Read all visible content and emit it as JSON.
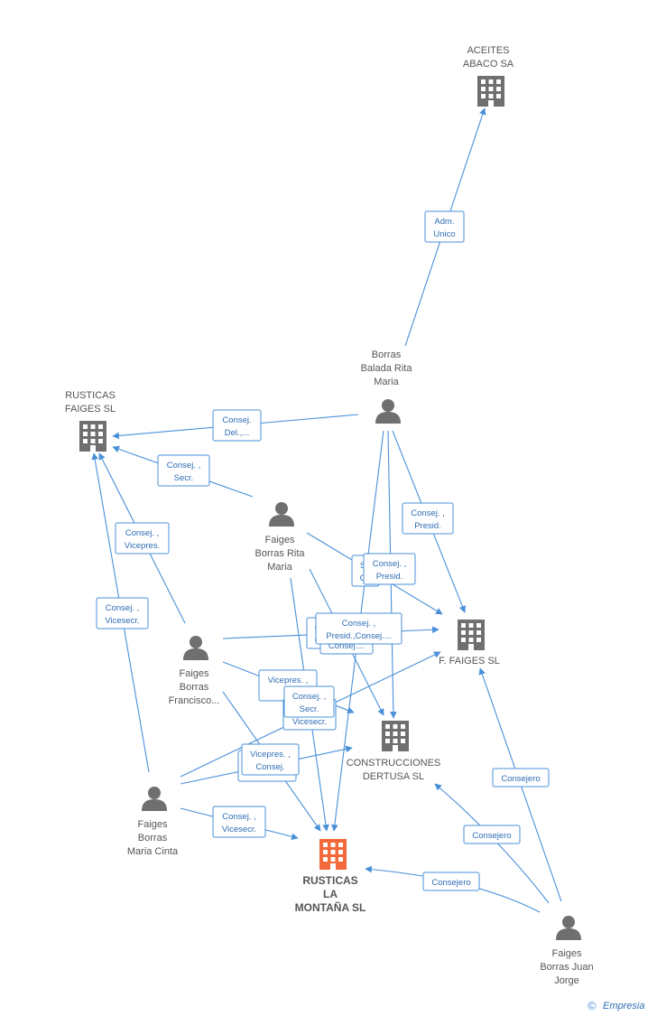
{
  "colors": {
    "edge": "#4a90d9",
    "company": "#6f6f6f",
    "company_main": "#f26a3b",
    "person": "#6f6f6f"
  },
  "nodes": {
    "aceites": {
      "type": "company",
      "icon": "building-icon",
      "lines": [
        "ACEITES",
        "ABACO SA"
      ]
    },
    "rusticas_faiges": {
      "type": "company",
      "icon": "building-icon",
      "lines": [
        "RUSTICAS",
        "FAIGES SL"
      ]
    },
    "f_faiges": {
      "type": "company",
      "icon": "building-icon",
      "lines": [
        "F. FAIGES SL"
      ]
    },
    "construcciones": {
      "type": "company",
      "icon": "building-icon",
      "lines": [
        "CONSTRUCCIONES",
        "DERTUSA SL"
      ]
    },
    "rusticas_montana": {
      "type": "company-main",
      "icon": "building-icon",
      "lines": [
        "RUSTICAS",
        "LA",
        "MONTAÑA SL"
      ]
    },
    "rita_balada": {
      "type": "person",
      "icon": "person-icon",
      "lines": [
        "Borras",
        "Balada Rita",
        "Maria"
      ]
    },
    "rita_faiges": {
      "type": "person",
      "icon": "person-icon",
      "lines": [
        "Faiges",
        "Borras Rita",
        "Maria"
      ]
    },
    "francisco": {
      "type": "person",
      "icon": "person-icon",
      "lines": [
        "Faiges",
        "Borras",
        "Francisco..."
      ]
    },
    "cinta": {
      "type": "person",
      "icon": "person-icon",
      "lines": [
        "Faiges",
        "Borras",
        "Maria Cinta"
      ]
    },
    "juan_jorge": {
      "type": "person",
      "icon": "person-icon",
      "lines": [
        "Faiges",
        "Borras Juan",
        "Jorge"
      ]
    }
  },
  "relations": [
    {
      "id": "rita-aceites",
      "lines": [
        "Adm.",
        "Unico"
      ]
    },
    {
      "id": "rita-rusticas",
      "lines": [
        "Consej.",
        "Del.,..."
      ]
    },
    {
      "id": "ritaf-rusticas",
      "lines": [
        "Consej. ,",
        "Secr."
      ]
    },
    {
      "id": "fran-rusticas",
      "lines": [
        "Consej. ,",
        "Vicepres."
      ]
    },
    {
      "id": "cinta-rusticas",
      "lines": [
        "Consej. ,",
        "Vicesecr."
      ]
    },
    {
      "id": "rita-ffaiges",
      "lines": [
        "Consej. ,",
        "Presid."
      ]
    },
    {
      "id": "ritaf-ffaiges-back",
      "lines": [
        "S",
        "C"
      ]
    },
    {
      "id": "ritaf-ffaiges",
      "lines": [
        "Consej. ,",
        "Presid."
      ]
    },
    {
      "id": "fran-ffaiges-back",
      "lines": [
        "C",
        "C"
      ]
    },
    {
      "id": "fran-ffaiges-mid",
      "lines": [
        "",
        "Consej...."
      ]
    },
    {
      "id": "fran-ffaiges",
      "lines": [
        "Consej. ,",
        "Presid.,Consej...."
      ]
    },
    {
      "id": "fran-constr-back",
      "lines": [
        "Vicepres. ,",
        "Co"
      ]
    },
    {
      "id": "cinta-constr-back",
      "lines": [
        "",
        "Vicesecr."
      ]
    },
    {
      "id": "fran-constr",
      "lines": [
        "Consej. ,",
        "Secr."
      ]
    },
    {
      "id": "cinta-montana-back",
      "lines": [
        "",
        ""
      ]
    },
    {
      "id": "cinta-montana-vp",
      "lines": [
        "Vicepres. ,",
        "Consej."
      ]
    },
    {
      "id": "cinta-montana",
      "lines": [
        "Consej. ,",
        "Vicesecr."
      ]
    },
    {
      "id": "juan-ffaiges",
      "lines": [
        "Consejero"
      ]
    },
    {
      "id": "juan-constr",
      "lines": [
        "Consejero"
      ]
    },
    {
      "id": "juan-montana",
      "lines": [
        "Consejero"
      ]
    }
  ],
  "footer": {
    "copyright": "©",
    "brand": "Empresia"
  }
}
